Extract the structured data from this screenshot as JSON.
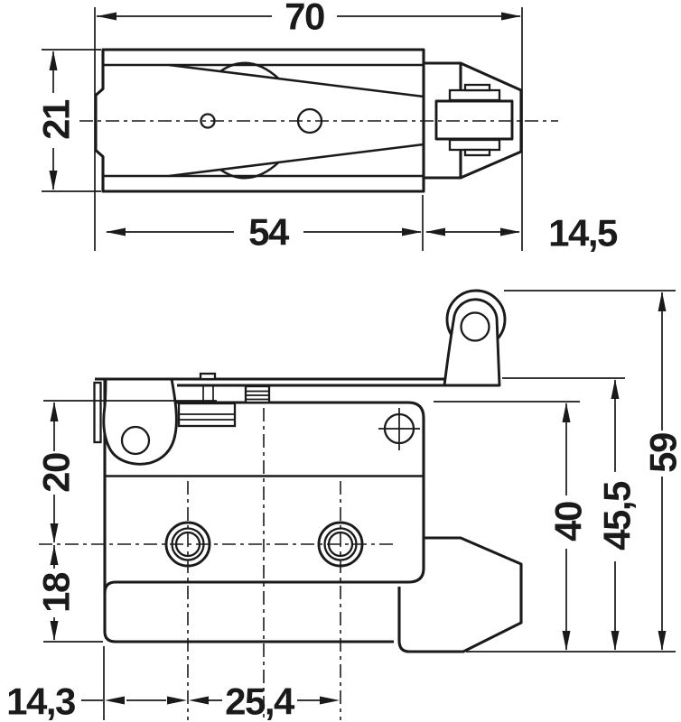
{
  "drawing": {
    "type": "technical-dimension-drawing",
    "subject": "micro-switch with roller lever, two orthographic views"
  },
  "colors": {
    "line": "#1a1a1a",
    "background": "#ffffff"
  },
  "dims": {
    "top_overall_length": "70",
    "top_body_height": "21",
    "top_body_length": "54",
    "top_plunger_length": "14,5",
    "side_upper_section": "20",
    "side_lower_section": "18",
    "side_case_height": "40",
    "side_lever_height": "45,5",
    "side_overall_height": "59",
    "side_hole_edge_offset": "14,3",
    "side_hole_spacing": "25,4"
  }
}
